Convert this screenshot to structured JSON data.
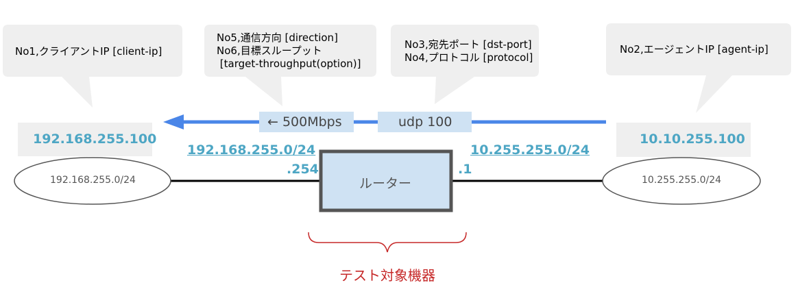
{
  "callouts": {
    "client": "No1,クライアントIP [client-ip]",
    "direction": "No5,通信方向 [direction]\nNo6,目標スループット\n [target-throughput(option)]",
    "port": "No3,宛先ポート [dst-port]\nNo4,プロトコル [protocol]",
    "agent": "No2,エージェントIP [agent-ip]"
  },
  "flow": {
    "throughput": "← 500Mbps",
    "protocol_port": "udp 100"
  },
  "hosts": {
    "client_ip": "192.168.255.100",
    "agent_ip": "10.10.255.100"
  },
  "networks": {
    "left_subnet": "192.168.255.0/24",
    "right_subnet": "10.255.255.0/24",
    "left_iface": ".254",
    "right_iface": ".1",
    "left_cloud": "192.168.255.0/24",
    "right_cloud": "10.255.255.0/24"
  },
  "router": {
    "label": "ルーター"
  },
  "target": {
    "label": "テスト対象機器"
  },
  "colors": {
    "callout_bg": "#efefef",
    "arrow": "#4a86e8",
    "flow_box": "#cfe2f3",
    "router_fill": "#cfe2f3",
    "router_border": "#555555",
    "ip_text": "#4da6c4",
    "target_text": "#c62828"
  }
}
